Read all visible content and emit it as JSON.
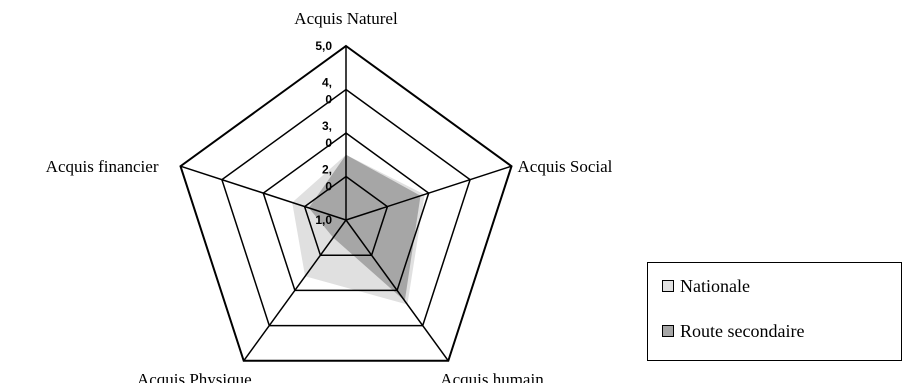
{
  "chart_data": {
    "type": "radar",
    "axes": [
      "Acquis Naturel",
      "Acquis Social",
      "Acquis humain",
      "Acquis Physique",
      "Acquis financier"
    ],
    "rlim": [
      1,
      5
    ],
    "ticks": [
      {
        "value": 5,
        "label": [
          "5,0"
        ]
      },
      {
        "value": 4,
        "label": [
          "4,",
          "0"
        ]
      },
      {
        "value": 3,
        "label": [
          "3,",
          "0"
        ]
      },
      {
        "value": 2,
        "label": [
          "2,",
          "0"
        ]
      },
      {
        "value": 1,
        "label": [
          "1,0"
        ]
      }
    ],
    "series": [
      {
        "name": "Nationale",
        "values": [
          2.5,
          2.9,
          3.4,
          2.6,
          2.3
        ],
        "color": "#e0e0e0"
      },
      {
        "name": "Route secondaire",
        "values": [
          2.5,
          2.8,
          3.3,
          1.5,
          1.9
        ],
        "color": "#a6a6a6"
      }
    ],
    "grid": true,
    "legend_position": "bottom-right"
  }
}
